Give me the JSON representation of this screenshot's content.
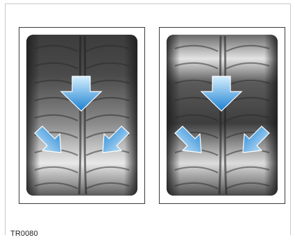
{
  "figure": {
    "code": "TR0080",
    "panels": [
      {
        "id": "left",
        "icon": "tyre-tread-pressure-icon"
      },
      {
        "id": "right",
        "icon": "tyre-tread-pressure-icon"
      }
    ],
    "colors": {
      "arrow_light": "#bfe6ff",
      "arrow_dark": "#1f86d6",
      "tread_dark": "#2b2b2b",
      "tread_light": "#eeeeee"
    }
  }
}
